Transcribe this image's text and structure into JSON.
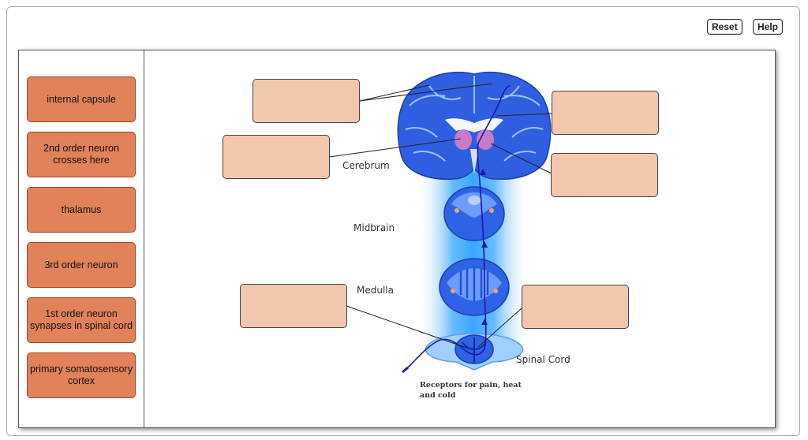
{
  "toolbar": {
    "reset_label": "Reset",
    "help_label": "Help"
  },
  "word_bank": [
    "internal capsule",
    "2nd order neuron crosses here",
    "thalamus",
    "3rd order neuron",
    "1st order neuron synapses in spinal cord",
    "primary somatosensory cortex"
  ],
  "diagram": {
    "labels": {
      "cerebrum": "Cerebrum",
      "midbrain": "Midbrain",
      "medulla": "Medulla",
      "spinal_cord": "Spinal Cord",
      "receptors_line1": "Receptors for pain, heat",
      "receptors_line2": "and cold"
    },
    "colors": {
      "tissue": "#2f5fe0",
      "glow": "#58b8ff",
      "pathway": "#1a1aa8",
      "thalamus": "#c77bc9",
      "target_fill": "#f3c6ae",
      "chip_fill": "#e2825a"
    }
  }
}
